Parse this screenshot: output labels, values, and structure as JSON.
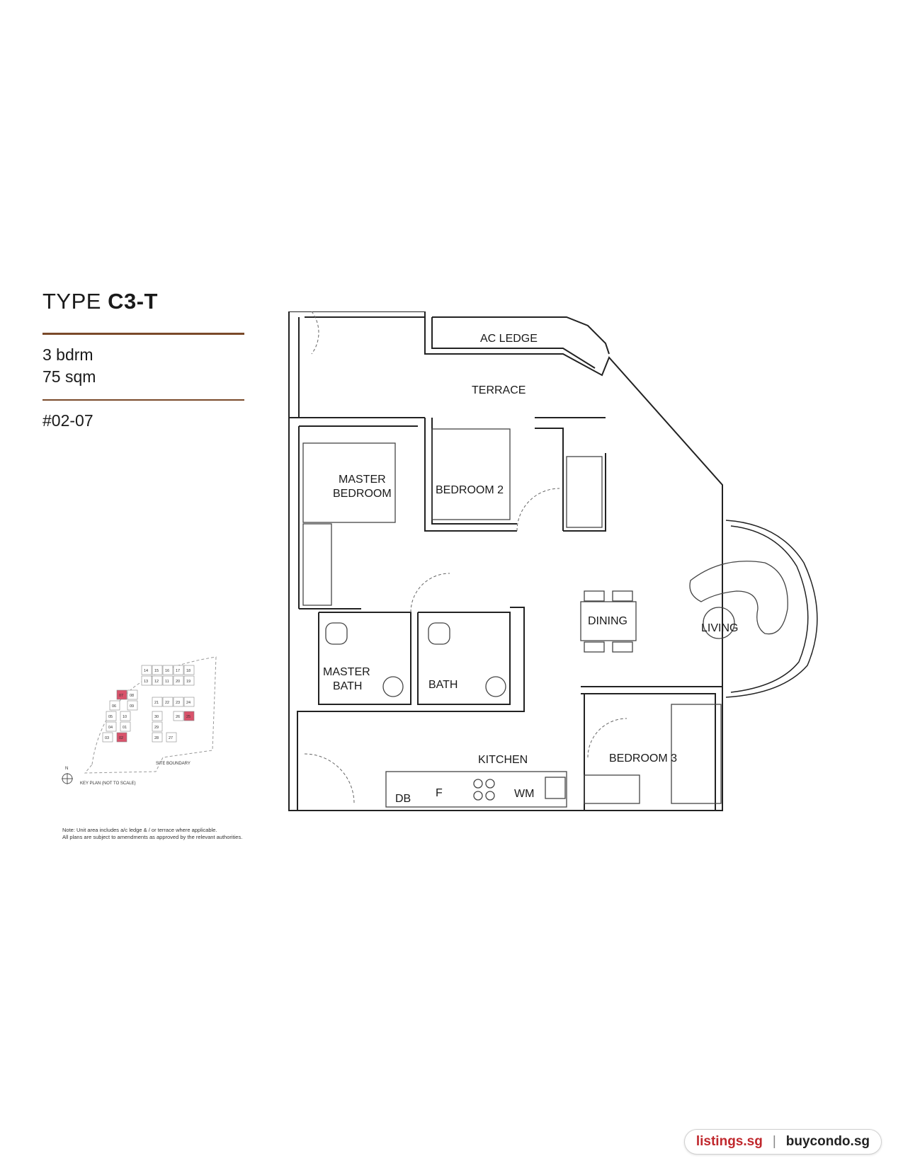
{
  "header": {
    "type_prefix": "TYPE",
    "type_code": "C3-T",
    "bedrooms": "3 bdrm",
    "area": "75 sqm",
    "unit_number": "#02-07"
  },
  "floor_plan": {
    "rooms": {
      "ac_ledge": "AC LEDGE",
      "terrace": "TERRACE",
      "master_bedroom_1": "MASTER",
      "master_bedroom_2": "BEDROOM",
      "bedroom_2": "BEDROOM 2",
      "dining": "DINING",
      "living": "LIVING",
      "master_bath_1": "MASTER",
      "master_bath_2": "BATH",
      "bath": "BATH",
      "kitchen": "KITCHEN",
      "bedroom_3": "BEDROOM 3",
      "db": "DB",
      "fridge": "F",
      "wm": "WM"
    }
  },
  "key_plan": {
    "units": [
      "14",
      "15",
      "16",
      "17",
      "18",
      "13",
      "12",
      "11",
      "20",
      "19",
      "07",
      "08",
      "06",
      "09",
      "05",
      "10",
      "04",
      "01",
      "03",
      "02",
      "21",
      "22",
      "23",
      "24",
      "30",
      "26",
      "25",
      "29",
      "28",
      "27"
    ],
    "highlighted": [
      "07",
      "02",
      "25"
    ],
    "site_boundary": "SITE BOUNDARY",
    "north": "N",
    "caption": "KEY PLAN (NOT TO SCALE)",
    "note_line1": "Note: Unit area includes a/c ledge & / or terrace where applicable.",
    "note_line2": "All plans are subject to amendments as approved by the relevant authorities.",
    "highlight_color": "#d9536b"
  },
  "footer": {
    "site1": "listings.sg",
    "separator": "|",
    "site2": "buycondo.sg",
    "site1_color": "#c0282d"
  }
}
